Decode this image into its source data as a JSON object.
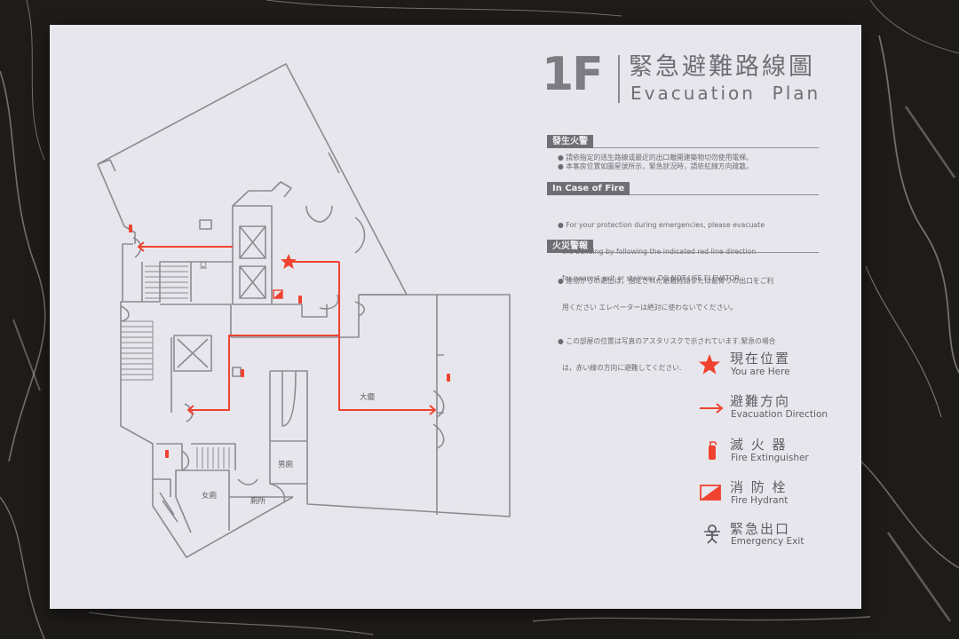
{
  "header": {
    "floor": "1F",
    "title_zh": "緊急避難路線圖",
    "title_en": "Evacuation  Plan"
  },
  "sections": [
    {
      "tag": "發生火警",
      "lines": [
        "● 請依指定的逃生路線或最近的出口離開建築物切勿使用電梯。",
        "● 本客房位置如圖星號所示，緊急狀況時，請依紅線方向疏散。"
      ]
    },
    {
      "tag": "In Case of Fire",
      "lines": [
        "● For your protection during emergencies, please evacuate",
        "  the building by following the indicated red line direction",
        "  for nearest exit or stairway,DO NOT USE ELEVATOR."
      ]
    },
    {
      "tag": "火災警報",
      "lines": [
        "● 建物からの避出は，指定された避難経路または最寄りの出口をご利",
        "  用ください エレベーターは絶対に使わないでください。",
        "● この部屋の位置は写真のアスタリスクで示されています.緊急の場合",
        "  は，赤い線の方向に避難してください."
      ]
    }
  ],
  "legend": [
    {
      "icon": "star-icon",
      "zh": "現在位置",
      "en": "You are Here"
    },
    {
      "icon": "arrow-icon",
      "zh": "避難方向",
      "en": "Evacuation Direction"
    },
    {
      "icon": "fire-extinguisher-icon",
      "zh": "滅 火 器",
      "en": "Fire Extinguisher"
    },
    {
      "icon": "fire-hydrant-icon",
      "zh": "消 防 栓",
      "en": "Fire Hydrant"
    },
    {
      "icon": "emergency-exit-icon",
      "zh": "緊急出口",
      "en": "Emergency Exit"
    }
  ],
  "rooms": {
    "lobby": "大廳",
    "mens_restroom": "男廁",
    "womens_restroom": "女廁",
    "restroom": "廁所"
  },
  "colors": {
    "route_red": "#f0432f",
    "plan_line": "#8c8b91",
    "sign_background": "#e7e6ec",
    "text_gray": "#6f6e74"
  }
}
